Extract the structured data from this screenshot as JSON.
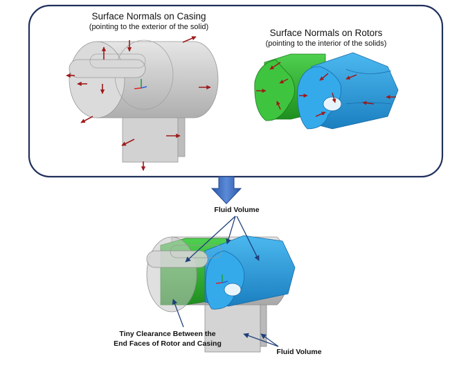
{
  "top_panel": {
    "casing_title": "Surface Normals on Casing",
    "casing_subtitle": "(pointing to the exterior of the solid)",
    "rotors_title": "Surface Normals on Rotors",
    "rotors_subtitle": "(pointing to the interior of the solids)"
  },
  "bottom": {
    "fluid_volume_top": "Fluid Volume",
    "clearance_line1": "Tiny Clearance Between the",
    "clearance_line2": "End Faces of Rotor and Casing",
    "fluid_volume_bottom": "Fluid Volume"
  },
  "colors": {
    "panel_border": "#1f2f5c",
    "casing_fill": "#c8c8c8",
    "rotor_green": "#34b834",
    "rotor_blue": "#2a9fdf",
    "normal_arrow": "#9e1a1a",
    "down_arrow": "#3f6fc4",
    "leader_line": "#1f3f7a"
  },
  "icons": [
    "axis-triad-icon",
    "down-arrow-icon"
  ]
}
